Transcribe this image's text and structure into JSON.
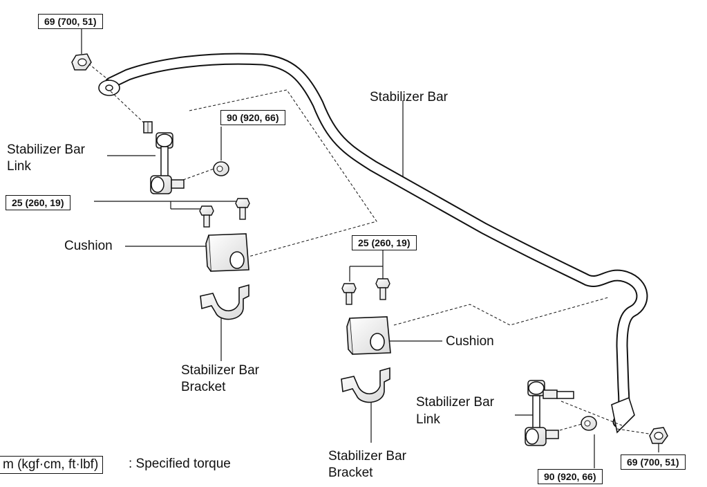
{
  "labels": {
    "stabilizer_bar": "Stabilizer Bar",
    "link_left_1": "Stabilizer Bar",
    "link_left_2": "Link",
    "cushion_left": "Cushion",
    "bracket_left_1": "Stabilizer Bar",
    "bracket_left_2": "Bracket",
    "cushion_right": "Cushion",
    "link_right_1": "Stabilizer Bar",
    "link_right_2": "Link",
    "bracket_right_1": "Stabilizer Bar",
    "bracket_right_2": "Bracket"
  },
  "torques": {
    "nut_top_left": "69 (700, 51)",
    "nut_mid": "90 (920, 66)",
    "bolts_left": "25 (260, 19)",
    "bolts_right": "25 (260, 19)",
    "nut_bottom_right": "69 (700, 51)",
    "nut_bottom_mid": "90 (920, 66)"
  },
  "legend": {
    "box_text": "m (kgf·cm, ft·lbf)",
    "description": ": Specified torque"
  }
}
